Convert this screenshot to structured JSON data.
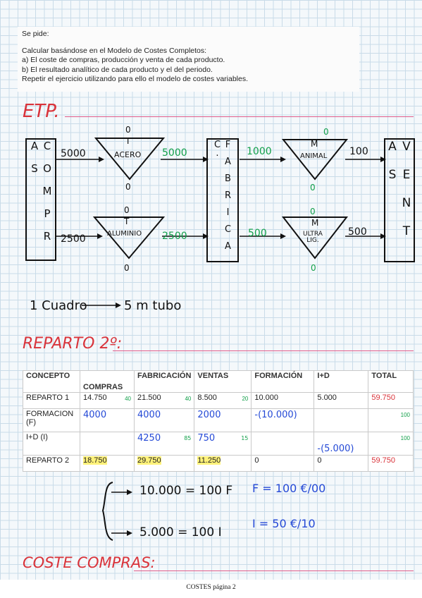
{
  "prompt": {
    "heading": "Se pide:",
    "lines": [
      "Calcular basándose en el Modelo de Costes Completos:",
      "a) El coste de compras, producción y venta de cada producto.",
      "b) El resultado analítico de cada producto y el del periodo.",
      "Repetir el ejercicio utilizando para ello el modelo de costes variables."
    ]
  },
  "section1": {
    "title": "ETP."
  },
  "flow": {
    "compras_letters": "C O M P R A S",
    "fabrica_letters": "F A B R I C A C.",
    "ventas_letters": "V E N T A S",
    "top": {
      "in_qty": "5000",
      "tri_label": "ACERO",
      "tri_t": "T",
      "tri_zero_top": "0",
      "tri_zero_bottom": "0",
      "out_qty": "5000",
      "fab_out": "1000",
      "tri2_label": "ANIMAL",
      "tri2_m": "M",
      "tri2_top": "0",
      "tri2_bottom": "0",
      "final_qty": "100"
    },
    "bottom": {
      "in_qty": "2500",
      "tri_label": "ALUMINIO",
      "tri_t": "T",
      "tri_zero_top": "0",
      "tri_zero_bottom": "0",
      "out_qty": "2500",
      "fab_out": "500",
      "tri2_label": "ULTRA LIG.",
      "tri2_m": "M",
      "tri2_top": "0",
      "tri2_bottom": "0",
      "final_qty": "500"
    },
    "note_left": "1 Cuadro",
    "note_right": "5 m tubo"
  },
  "section2": {
    "title": "REPARTO 2º:"
  },
  "table": {
    "headers": [
      "CONCEPTO",
      "COMPRAS",
      "FABRICACIÓN",
      "VENTAS",
      "FORMACIÓN",
      "I+D",
      "TOTAL"
    ],
    "rows": [
      {
        "concepto": "REPARTO 1",
        "compras": "14.750",
        "fabricacion": "21.500",
        "ventas": "8.500",
        "formacion": "10.000",
        "id": "5.000",
        "total": "59.750",
        "pct_compras": "40",
        "pct_fabricacion": "40",
        "pct_ventas": "20"
      },
      {
        "concepto": "FORMACION (F)",
        "compras": "4000",
        "fabricacion": "4000",
        "ventas": "2000",
        "formacion": "-(10.000)",
        "id": "",
        "total": "",
        "pct_total": "100"
      },
      {
        "concepto": "I+D (I)",
        "compras": "",
        "fabricacion": "4250",
        "ventas": "750",
        "formacion": "",
        "id": "-(5.000)",
        "total": "",
        "pct_fabricacion": "85",
        "pct_ventas": "15",
        "pct_total": "100"
      },
      {
        "concepto": "REPARTO 2",
        "compras": "18.750",
        "fabricacion": "29.750",
        "ventas": "11.250",
        "formacion": "0",
        "id": "0",
        "total": "59.750"
      }
    ]
  },
  "notes": {
    "line1": "10.000 = 100 F",
    "line2": "5.000 = 100 I",
    "f_eq": "F = 100 €/00",
    "i_eq": "I = 50 €/10"
  },
  "section3": {
    "title": "COSTE COMPRAS:"
  },
  "footer": "COSTES página 2"
}
